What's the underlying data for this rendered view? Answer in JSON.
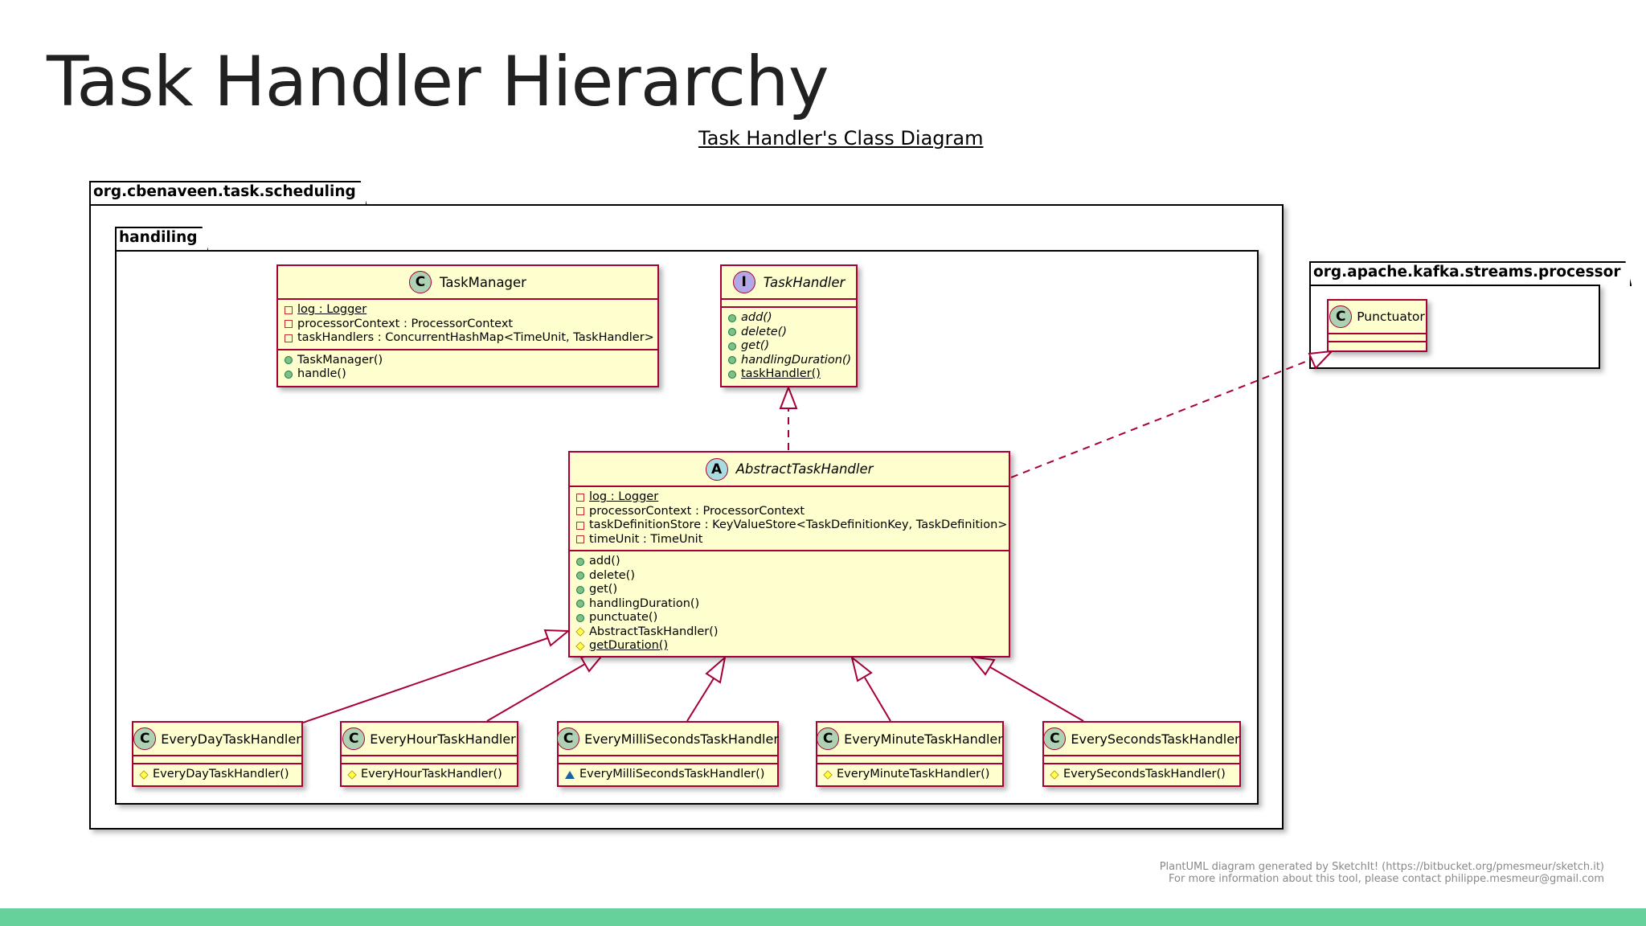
{
  "slide": {
    "title": "Task Handler Hierarchy",
    "diagram_title": "Task Handler's Class Diagram"
  },
  "packages": {
    "scheduling": "org.cbenaveen.task.scheduling",
    "handling": "handiling",
    "kafka": "org.apache.kafka.streams.processor"
  },
  "classes": {
    "task_manager": {
      "badge": "C",
      "name": "TaskManager",
      "fields": [
        "log : Logger",
        "processorContext : ProcessorContext",
        "taskHandlers : ConcurrentHashMap<TimeUnit, TaskHandler>"
      ],
      "methods": [
        "TaskManager()",
        "handle()"
      ]
    },
    "task_handler": {
      "badge": "I",
      "name": "TaskHandler",
      "methods": [
        "add()",
        "delete()",
        "get()",
        "handlingDuration()",
        "taskHandler()"
      ]
    },
    "abstract_task_handler": {
      "badge": "A",
      "name": "AbstractTaskHandler",
      "fields": [
        "log : Logger",
        "processorContext : ProcessorContext",
        "taskDefinitionStore : KeyValueStore<TaskDefinitionKey, TaskDefinition>",
        "timeUnit : TimeUnit"
      ],
      "methods": [
        "add()",
        "delete()",
        "get()",
        "handlingDuration()",
        "punctuate()",
        "AbstractTaskHandler()",
        "getDuration()"
      ]
    },
    "punctuator": {
      "badge": "C",
      "name": "Punctuator"
    },
    "every_day": {
      "badge": "C",
      "name": "EveryDayTaskHandler",
      "method": "EveryDayTaskHandler()"
    },
    "every_hour": {
      "badge": "C",
      "name": "EveryHourTaskHandler",
      "method": "EveryHourTaskHandler()"
    },
    "every_milli": {
      "badge": "C",
      "name": "EveryMilliSecondsTaskHandler",
      "method": "EveryMilliSecondsTaskHandler()"
    },
    "every_minute": {
      "badge": "C",
      "name": "EveryMinuteTaskHandler",
      "method": "EveryMinuteTaskHandler()"
    },
    "every_seconds": {
      "badge": "C",
      "name": "EverySecondsTaskHandler",
      "method": "EverySecondsTaskHandler()"
    }
  },
  "colors": {
    "class_fill": "#FEFECE",
    "class_border": "#A80036",
    "footer_bar": "#66D19A"
  },
  "footer": {
    "line1": "PlantUML diagram generated by SketchIt! (https://bitbucket.org/pmesmeur/sketch.it)",
    "line2": "For more information about this tool, please contact philippe.mesmeur@gmail.com"
  }
}
